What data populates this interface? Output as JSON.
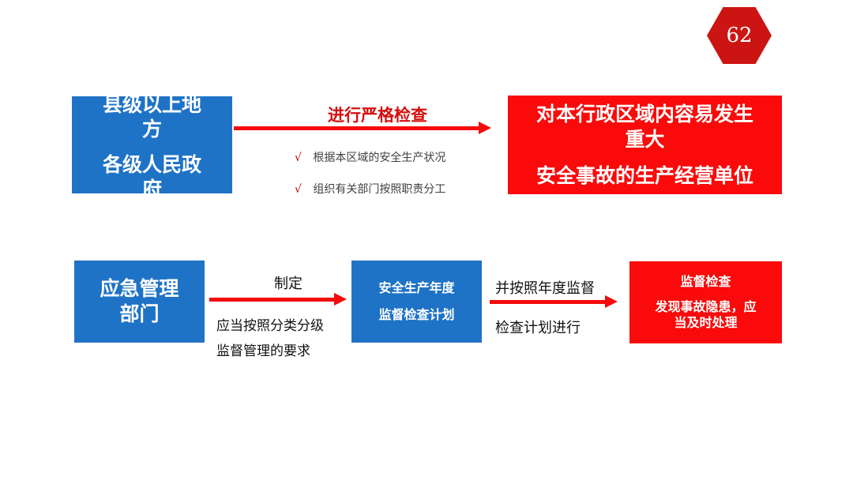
{
  "slide": {
    "page_number": "62",
    "row1": {
      "left_box": {
        "line1": "县级以上地",
        "line2": "方",
        "line3": "各级人民政",
        "line4": "府"
      },
      "arrow_label": "进行严格检查",
      "notes": [
        {
          "mark": "√",
          "text": "根据本区域的安全生产状况"
        },
        {
          "mark": "√",
          "text": "组织有关部门按照职责分工"
        }
      ],
      "right_box": {
        "line1": "对本行政区域内容易发生",
        "line2": "重大",
        "line3": "安全事故的生产经营单位"
      }
    },
    "row2": {
      "left_box": {
        "line1": "应急管理",
        "line2": "部门"
      },
      "arrow1_label": "制定",
      "arrow1_note_line1": "应当按照分类分级",
      "arrow1_note_line2": "监督管理的要求",
      "middle_box": {
        "line1": "安全生产年度",
        "line2": "监督检查计划"
      },
      "arrow2_label_line1": "并按照年度监督",
      "arrow2_label_line2": "检查计划进行",
      "right_box": {
        "line1": "监督检查",
        "line2": "发现事故隐患，应",
        "line3": "当及时处理"
      }
    }
  },
  "colors": {
    "blue": "#1f73c6",
    "red": "#fa0a0a",
    "arrow": "#f40c0c",
    "badge": "#cc1512"
  }
}
